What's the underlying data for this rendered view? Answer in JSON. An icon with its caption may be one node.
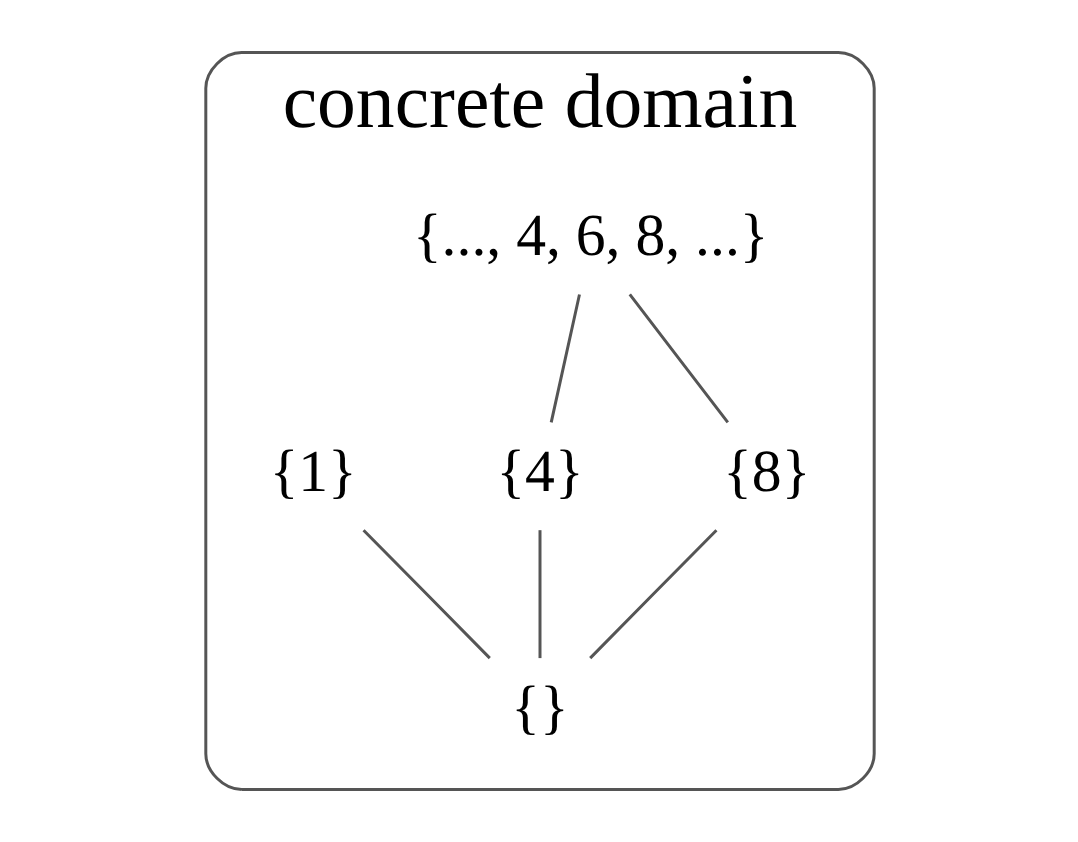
{
  "diagram": {
    "nodes": [
      {
        "text": [
          "concrete domain"
        ]
      },
      {
        "text": [
          "{..., 4, 6, 8, ...}"
        ],
        "in": 0
      },
      {
        "text": [
          "{1}"
        ],
        "in": 0
      },
      {
        "text": [
          "{4}"
        ],
        "in": 0
      },
      {
        "text": [
          "{8}"
        ],
        "in": 0
      },
      {
        "text": [
          "{}"
        ],
        "in": 0
      }
    ],
    "edges": [
      {
        "from": 1,
        "to": 3,
        "arrow": "none"
      },
      {
        "from": 1,
        "to": 4,
        "arrow": "none"
      },
      {
        "from": 2,
        "to": 5,
        "arrow": "none"
      },
      {
        "from": 3,
        "to": 5,
        "arrow": "none"
      },
      {
        "from": 4,
        "to": 5,
        "arrow": "none"
      }
    ]
  }
}
